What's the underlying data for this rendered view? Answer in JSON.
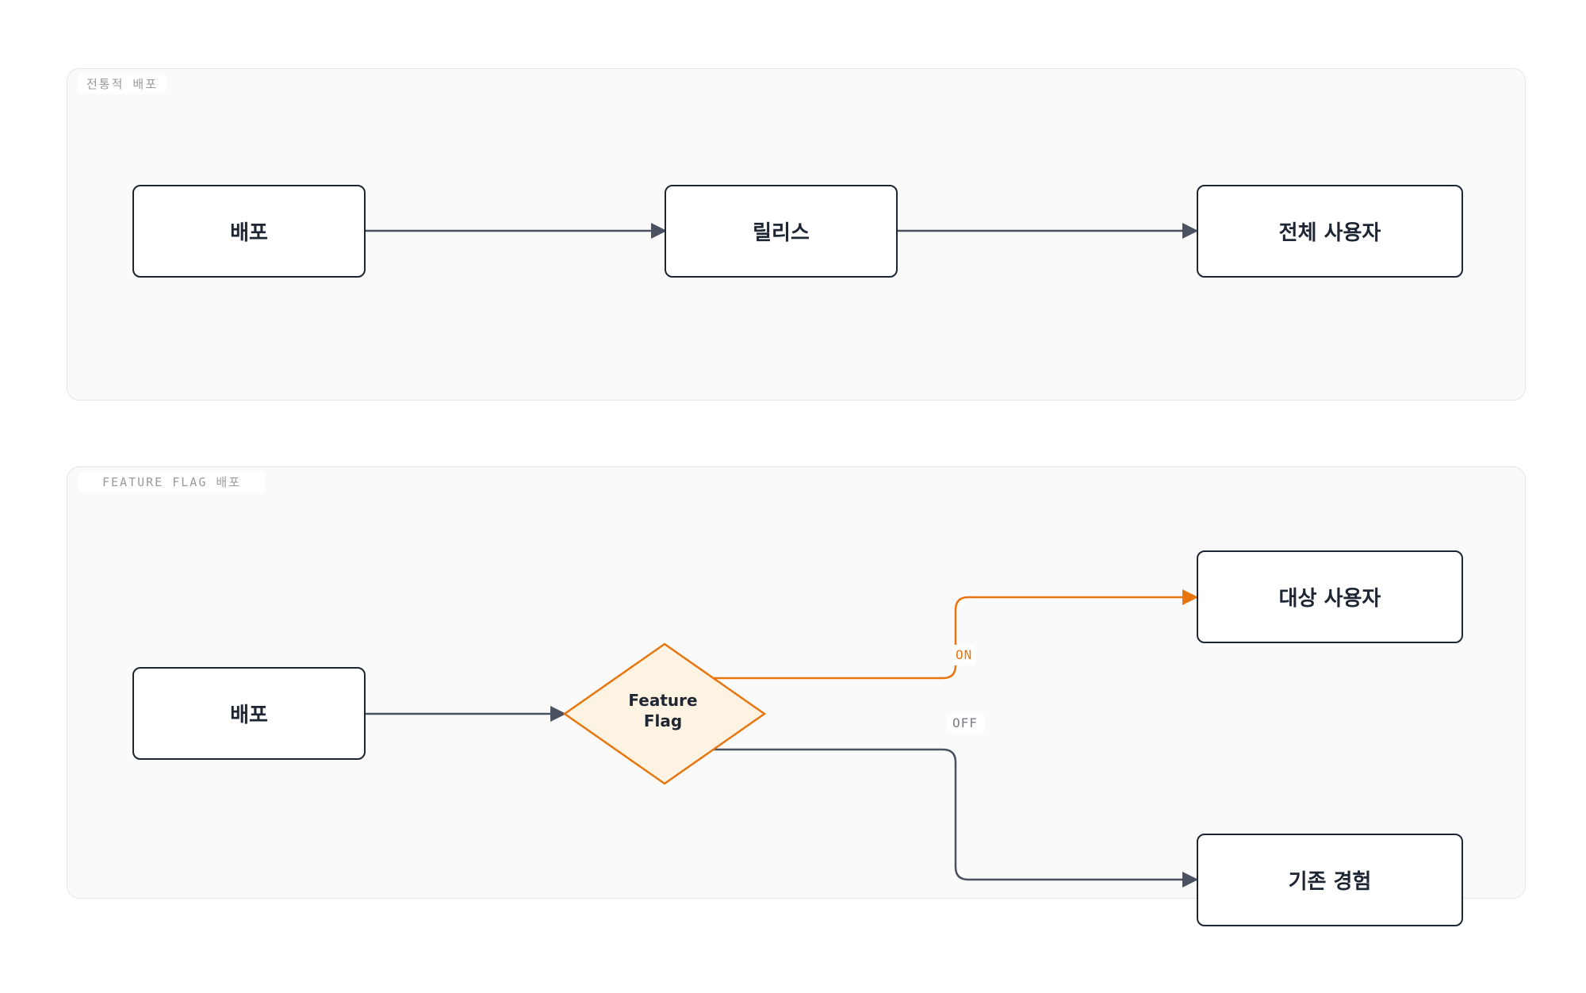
{
  "groups": {
    "traditional": {
      "label": "전통적 배포"
    },
    "feature_flag": {
      "label": "FEATURE FLAG 배포"
    }
  },
  "nodes": {
    "deploy_1": "배포",
    "release": "릴리스",
    "all_users": "전체 사용자",
    "deploy_2": "배포",
    "feature_flag_line1": "Feature",
    "feature_flag_line2": "Flag",
    "target_users": "대상 사용자",
    "existing_experience": "기존 경험"
  },
  "edges": {
    "on_label": "ON",
    "off_label": "OFF"
  },
  "colors": {
    "node_border": "#1e2533",
    "edge": "#4a5160",
    "on_edge": "#e8760f",
    "diamond_fill": "#fdf3e3",
    "group_bg": "#fafafa"
  }
}
